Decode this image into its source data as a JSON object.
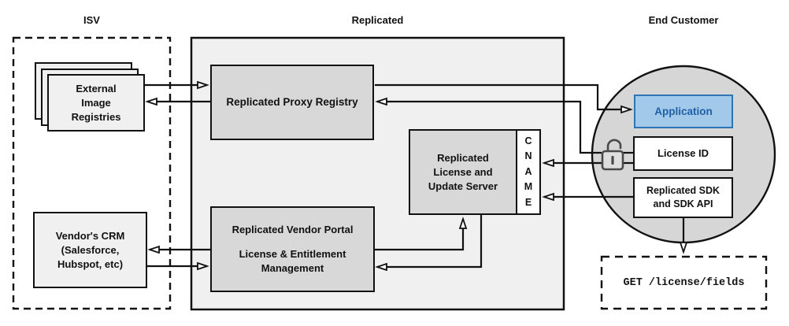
{
  "sections": {
    "isv": {
      "title": "ISV"
    },
    "replicated": {
      "title": "Replicated"
    },
    "end_customer": {
      "title": "End Customer"
    }
  },
  "nodes": {
    "external_image_registries": {
      "lines": [
        "External",
        "Image",
        "Registries"
      ]
    },
    "vendors_crm": {
      "lines": [
        "Vendor's CRM",
        "(Salesforce,",
        "Hubspot, etc)"
      ]
    },
    "replicated_proxy_registry": {
      "label": "Replicated Proxy Registry"
    },
    "replicated_license_update_server": {
      "lines": [
        "Replicated",
        "License and",
        "Update Server"
      ]
    },
    "cname": {
      "label": "CNAME",
      "letters": [
        "C",
        "N",
        "A",
        "M",
        "E"
      ]
    },
    "replicated_vendor_portal": {
      "title": "Replicated Vendor Portal",
      "lines": [
        "License & Entitlement",
        "Management"
      ]
    },
    "application": {
      "label": "Application"
    },
    "license_id": {
      "label": "License ID"
    },
    "replicated_sdk": {
      "lines": [
        "Replicated SDK",
        "and SDK API"
      ]
    },
    "get_request": {
      "label": "GET /license/fields"
    }
  },
  "icons": {
    "lock": "open-padlock-icon"
  },
  "colors": {
    "line": "#111111",
    "outer_container_fill": "#f0f0f0",
    "inner_box_fill": "#d8d8d8",
    "light_box_fill": "#f0f0f0",
    "circle_fill": "#d6d6d6",
    "application_fill": "#a2c8ea",
    "application_border": "#2e75b6",
    "application_text": "#1f5fa5",
    "lock_stroke": "#4a4a4a"
  }
}
